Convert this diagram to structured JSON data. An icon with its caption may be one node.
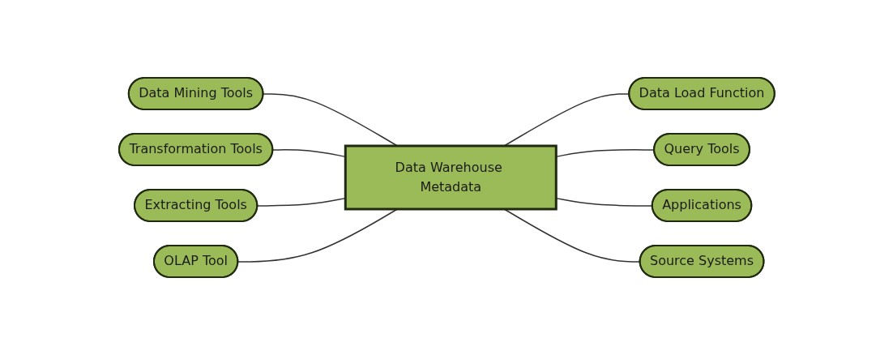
{
  "diagram": {
    "nodes": [
      {
        "text": [
          "Data Mining Tools"
        ]
      },
      {
        "text": [
          "Transformation Tools"
        ]
      },
      {
        "text": [
          "Data Load Function"
        ]
      },
      {
        "text": [
          "Extracting Tools"
        ]
      },
      {
        "text": [
          "Data Warehouse Metadata"
        ]
      },
      {
        "text": [
          "Query Tools"
        ]
      },
      {
        "text": [
          "OLAP Tool"
        ]
      },
      {
        "text": [
          "Applications"
        ]
      },
      {
        "text": [
          "Source Systems"
        ]
      }
    ],
    "edges": [
      {
        "from": 0,
        "to": 4,
        "arrow": "none"
      },
      {
        "from": 1,
        "to": 4,
        "arrow": "none"
      },
      {
        "from": 4,
        "to": 2,
        "arrow": "none"
      },
      {
        "from": 3,
        "to": 4,
        "arrow": "none"
      },
      {
        "from": 4,
        "to": 5,
        "arrow": "none"
      },
      {
        "from": 6,
        "to": 4,
        "arrow": "none"
      },
      {
        "from": 4,
        "to": 7,
        "arrow": "none"
      },
      {
        "from": 4,
        "to": 8,
        "arrow": "none"
      }
    ]
  }
}
